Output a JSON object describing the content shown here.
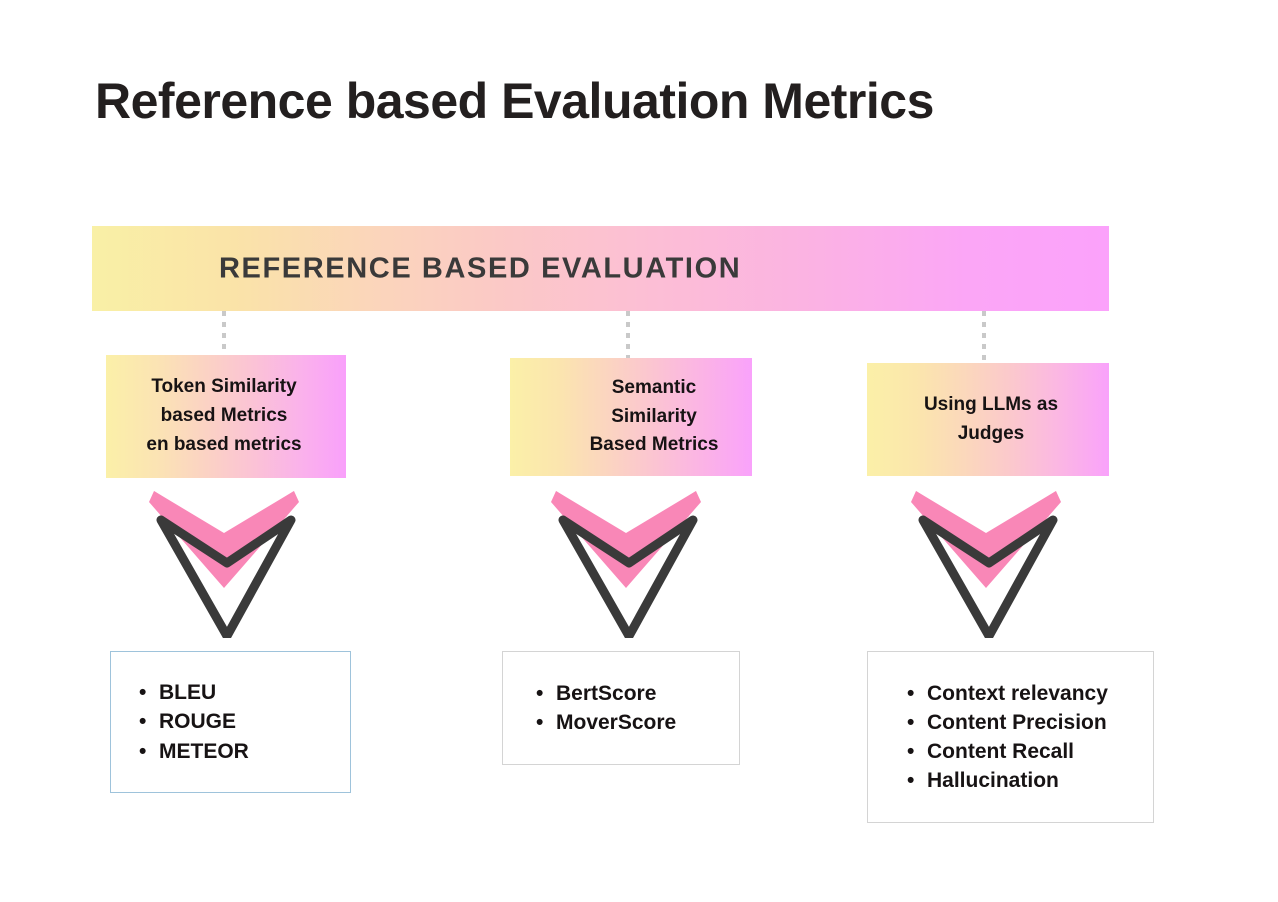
{
  "page": {
    "title": "Reference based Evaluation Metrics",
    "background_color": "#ffffff"
  },
  "banner": {
    "title": "REFERENCE BASED EVALUATION",
    "gradient_from": "#f9f0a6",
    "gradient_to": "#fba2fb",
    "text_color": "#3a3a3a"
  },
  "connector": {
    "style": "dotted",
    "color": "#c9c9c9"
  },
  "arrow": {
    "fill_color": "#f987b7",
    "outline_color": "#3a3a3a",
    "icon_name": "down-chevron-arrow"
  },
  "columns": [
    {
      "category": "Token Similarity\nbased Metrics\nen based metrics",
      "box_gradient_from": "#fbf0a8",
      "box_gradient_to": "#f9a0fb",
      "list_border_color": "#9ec3db",
      "items": [
        "BLEU",
        "ROUGE",
        "METEOR"
      ]
    },
    {
      "category": "Semantic\nSimilarity\nBased Metrics",
      "box_gradient_from": "#fbf0a8",
      "box_gradient_to": "#f9a2fb",
      "list_border_color": "#d4d4d4",
      "items": [
        "BertScore",
        "MoverScore"
      ]
    },
    {
      "category": "Using LLMs as\nJudges",
      "box_gradient_from": "#fbf0a8",
      "box_gradient_to": "#f9a2fb",
      "list_border_color": "#d4d4d4",
      "items": [
        "Context relevancy",
        "Content Precision",
        "Content Recall",
        "Hallucination"
      ]
    }
  ]
}
